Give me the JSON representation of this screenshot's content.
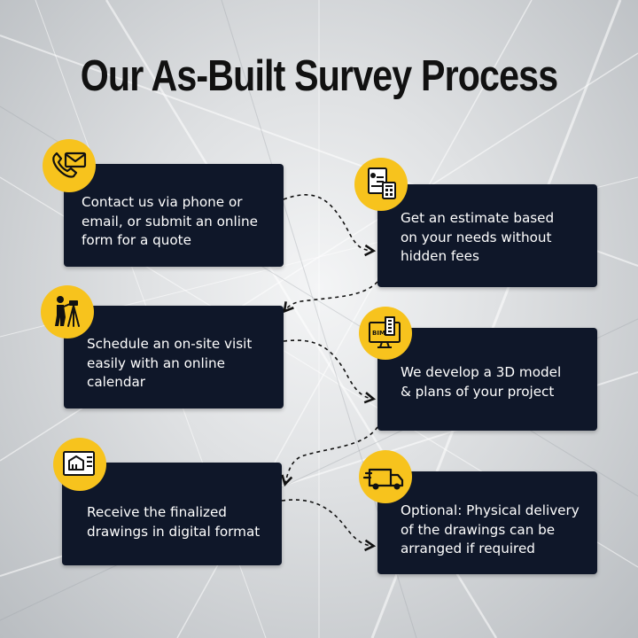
{
  "title": "Our As-Built Survey Process",
  "colors": {
    "card_bg": "#0f1729",
    "badge": "#f7c31d",
    "title": "#111111",
    "connector": "#111111"
  },
  "steps": [
    {
      "text": "Contact us via phone or\nemail, or submit an online\nform for a quote",
      "icon": "phone-email-icon"
    },
    {
      "text": "Get an estimate based\non your needs without\nhidden fees",
      "icon": "calculator-estimate-icon"
    },
    {
      "text": "Schedule an on-site visit\neasily with an online\ncalendar",
      "icon": "surveyor-tripod-icon"
    },
    {
      "text": "We develop a 3D model\n& plans of your project",
      "icon": "bim-monitor-icon",
      "icon_label": "BIM"
    },
    {
      "text": "Receive the finalized\ndrawings in digital format",
      "icon": "blueprint-drawing-icon"
    },
    {
      "text": "Optional: Physical delivery\nof the drawings can be\narranged if required",
      "icon": "delivery-truck-icon"
    }
  ]
}
